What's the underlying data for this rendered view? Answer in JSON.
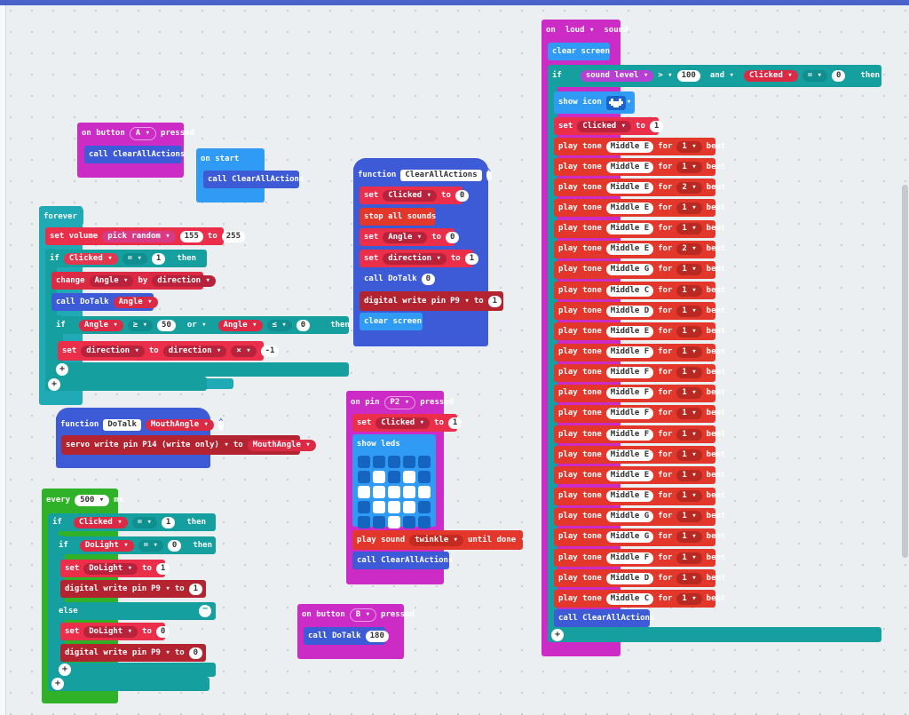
{
  "blocks": {
    "btn_a": {
      "on": "on button",
      "btn": "A",
      "pressed": "pressed",
      "call": "call ClearAllActions"
    },
    "start": {
      "label": "on start",
      "call": "call ClearAllActions"
    },
    "forever": {
      "label": "forever",
      "set_volume": "set volume",
      "pick_random": "pick random",
      "r_lo": "155",
      "r_to": "to",
      "r_hi": "255",
      "if": "if",
      "clicked": "Clicked",
      "eq": "=",
      "one": "1",
      "then": "then",
      "change": "change",
      "angle": "Angle",
      "by": "by",
      "direction": "direction",
      "call_dotalk": "call DoTalk",
      "ge": "≥",
      "fifty": "50",
      "or": "or",
      "le": "≤",
      "zero": "0",
      "set": "set",
      "to": "to",
      "times": "×",
      "neg1": "-1"
    },
    "fn_dotalk": {
      "function": "function",
      "name": "DoTalk",
      "param": "MouthAngle",
      "servo": "servo write pin",
      "pin": "P14 (write only)",
      "to": "to",
      "val": "MouthAngle"
    },
    "every": {
      "every": "every",
      "ms_val": "500",
      "ms": "ms",
      "if": "if",
      "clicked": "Clicked",
      "eq": "=",
      "one": "1",
      "then": "then",
      "dolight": "DoLight",
      "zero": "0",
      "set": "set",
      "to": "to",
      "dw": "digital write pin",
      "p9": "P9",
      "else": "else"
    },
    "fn_clear": {
      "function": "function",
      "name": "ClearAllActions",
      "set": "set",
      "clicked": "Clicked",
      "to": "to",
      "zero": "0",
      "stop": "stop all sounds",
      "angle": "Angle",
      "direction": "direction",
      "one": "1",
      "call_dotalk": "call DoTalk",
      "dw": "digital write pin",
      "p9": "P9",
      "clear": "clear screen"
    },
    "pin_p2": {
      "on": "on pin",
      "pin": "P2",
      "pressed": "pressed",
      "set": "set",
      "clicked": "Clicked",
      "to": "to",
      "one": "1",
      "show_leds": "show leds",
      "play_sound": "play sound",
      "sound": "twinkle",
      "until": "until done",
      "call": "call ClearAllActions",
      "leds": [
        0,
        0,
        0,
        0,
        0,
        0,
        1,
        0,
        1,
        0,
        1,
        1,
        1,
        1,
        1,
        0,
        1,
        1,
        1,
        0,
        0,
        0,
        1,
        0,
        0
      ]
    },
    "btn_b": {
      "on": "on button",
      "btn": "B",
      "pressed": "pressed",
      "call": "call DoTalk",
      "val": "180"
    },
    "loud": {
      "on": "on",
      "event": "loud",
      "sound": "sound",
      "clear": "clear screen",
      "if": "if",
      "sound_level": "sound level",
      "gt": ">",
      "hundred": "100",
      "and": "and",
      "clicked": "Clicked",
      "eq": "=",
      "zero": "0",
      "then": "then",
      "show_icon": "show icon",
      "set": "set",
      "to": "to",
      "one": "1",
      "play_tone": "play tone",
      "for": "for",
      "tones": [
        [
          "Middle E",
          "1",
          "beat"
        ],
        [
          "Middle E",
          "1",
          "beat"
        ],
        [
          "Middle E",
          "2",
          "beat"
        ],
        [
          "Middle E",
          "1",
          "beat"
        ],
        [
          "Middle E",
          "1",
          "beat"
        ],
        [
          "Middle E",
          "2",
          "beat"
        ],
        [
          "Middle G",
          "1",
          "beat"
        ],
        [
          "Middle C",
          "1",
          "beat"
        ],
        [
          "Middle D",
          "1",
          "beat"
        ],
        [
          "Middle E",
          "1",
          "beat"
        ],
        [
          "Middle F",
          "1",
          "beat"
        ],
        [
          "Middle F",
          "1",
          "beat"
        ],
        [
          "Middle F",
          "1",
          "beat"
        ],
        [
          "Middle F",
          "1",
          "beat"
        ],
        [
          "Middle F",
          "1",
          "beat"
        ],
        [
          "Middle E",
          "1",
          "beat"
        ],
        [
          "Middle E",
          "1",
          "beat"
        ],
        [
          "Middle E",
          "1",
          "beat"
        ],
        [
          "Middle G",
          "1",
          "beat"
        ],
        [
          "Middle G",
          "1",
          "beat"
        ],
        [
          "Middle F",
          "1",
          "beat"
        ],
        [
          "Middle D",
          "1",
          "beat"
        ],
        [
          "Middle C",
          "1",
          "beat"
        ]
      ],
      "call": "call ClearAllActions"
    }
  },
  "colors": {
    "accent": "#4a63c9",
    "variables": "#dc2a45",
    "logic": "#169f9f",
    "functions": "#3d5bd6",
    "music": "#e2372a",
    "events": "#cc2bc6"
  }
}
